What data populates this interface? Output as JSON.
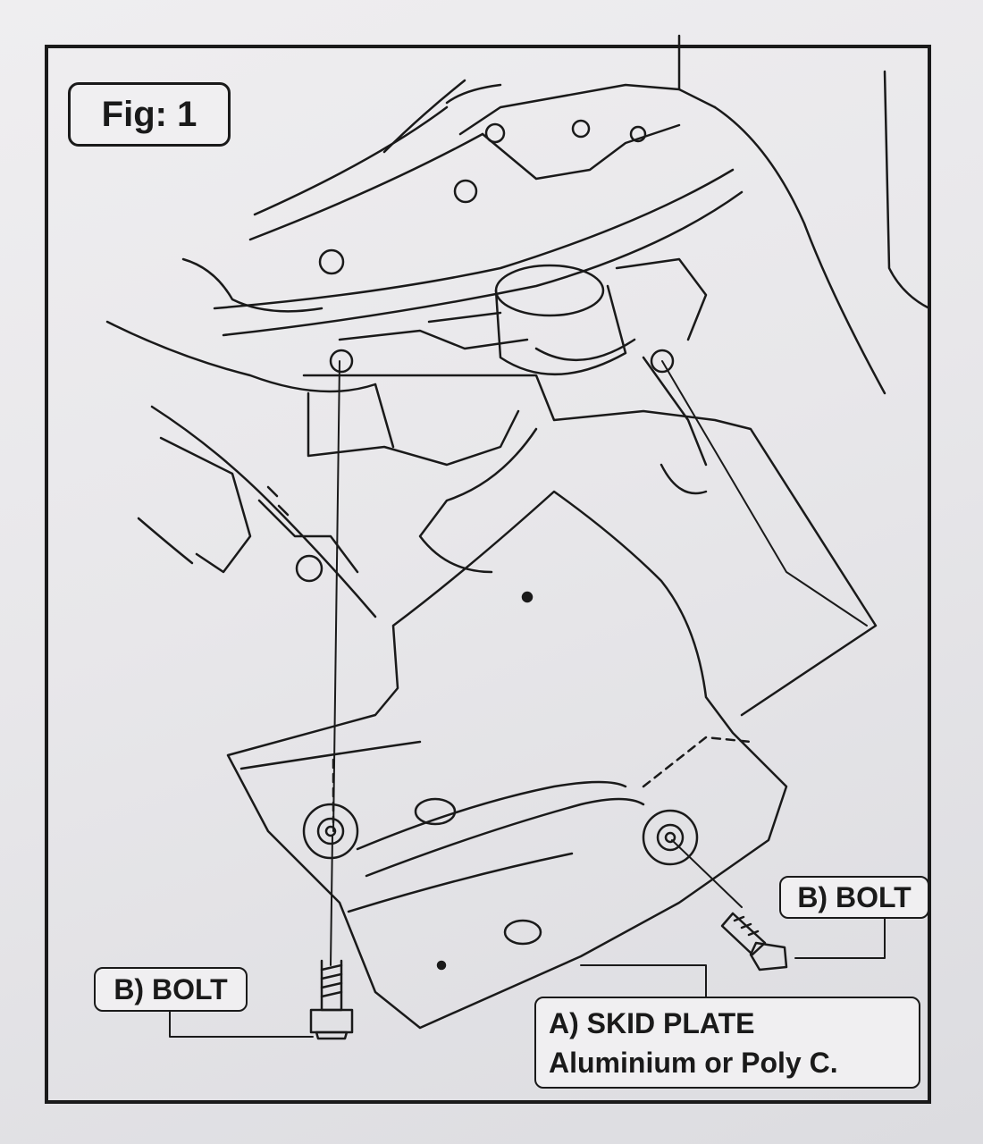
{
  "figure": {
    "title": "Fig: 1"
  },
  "labels": {
    "bolt_right": "B) BOLT",
    "bolt_left": "B) BOLT",
    "skid_plate_title": "A) SKID PLATE",
    "skid_plate_material": "Aluminium or Poly C."
  },
  "colors": {
    "ink": "#1a1a1a",
    "paper": "#e9e8ea"
  }
}
